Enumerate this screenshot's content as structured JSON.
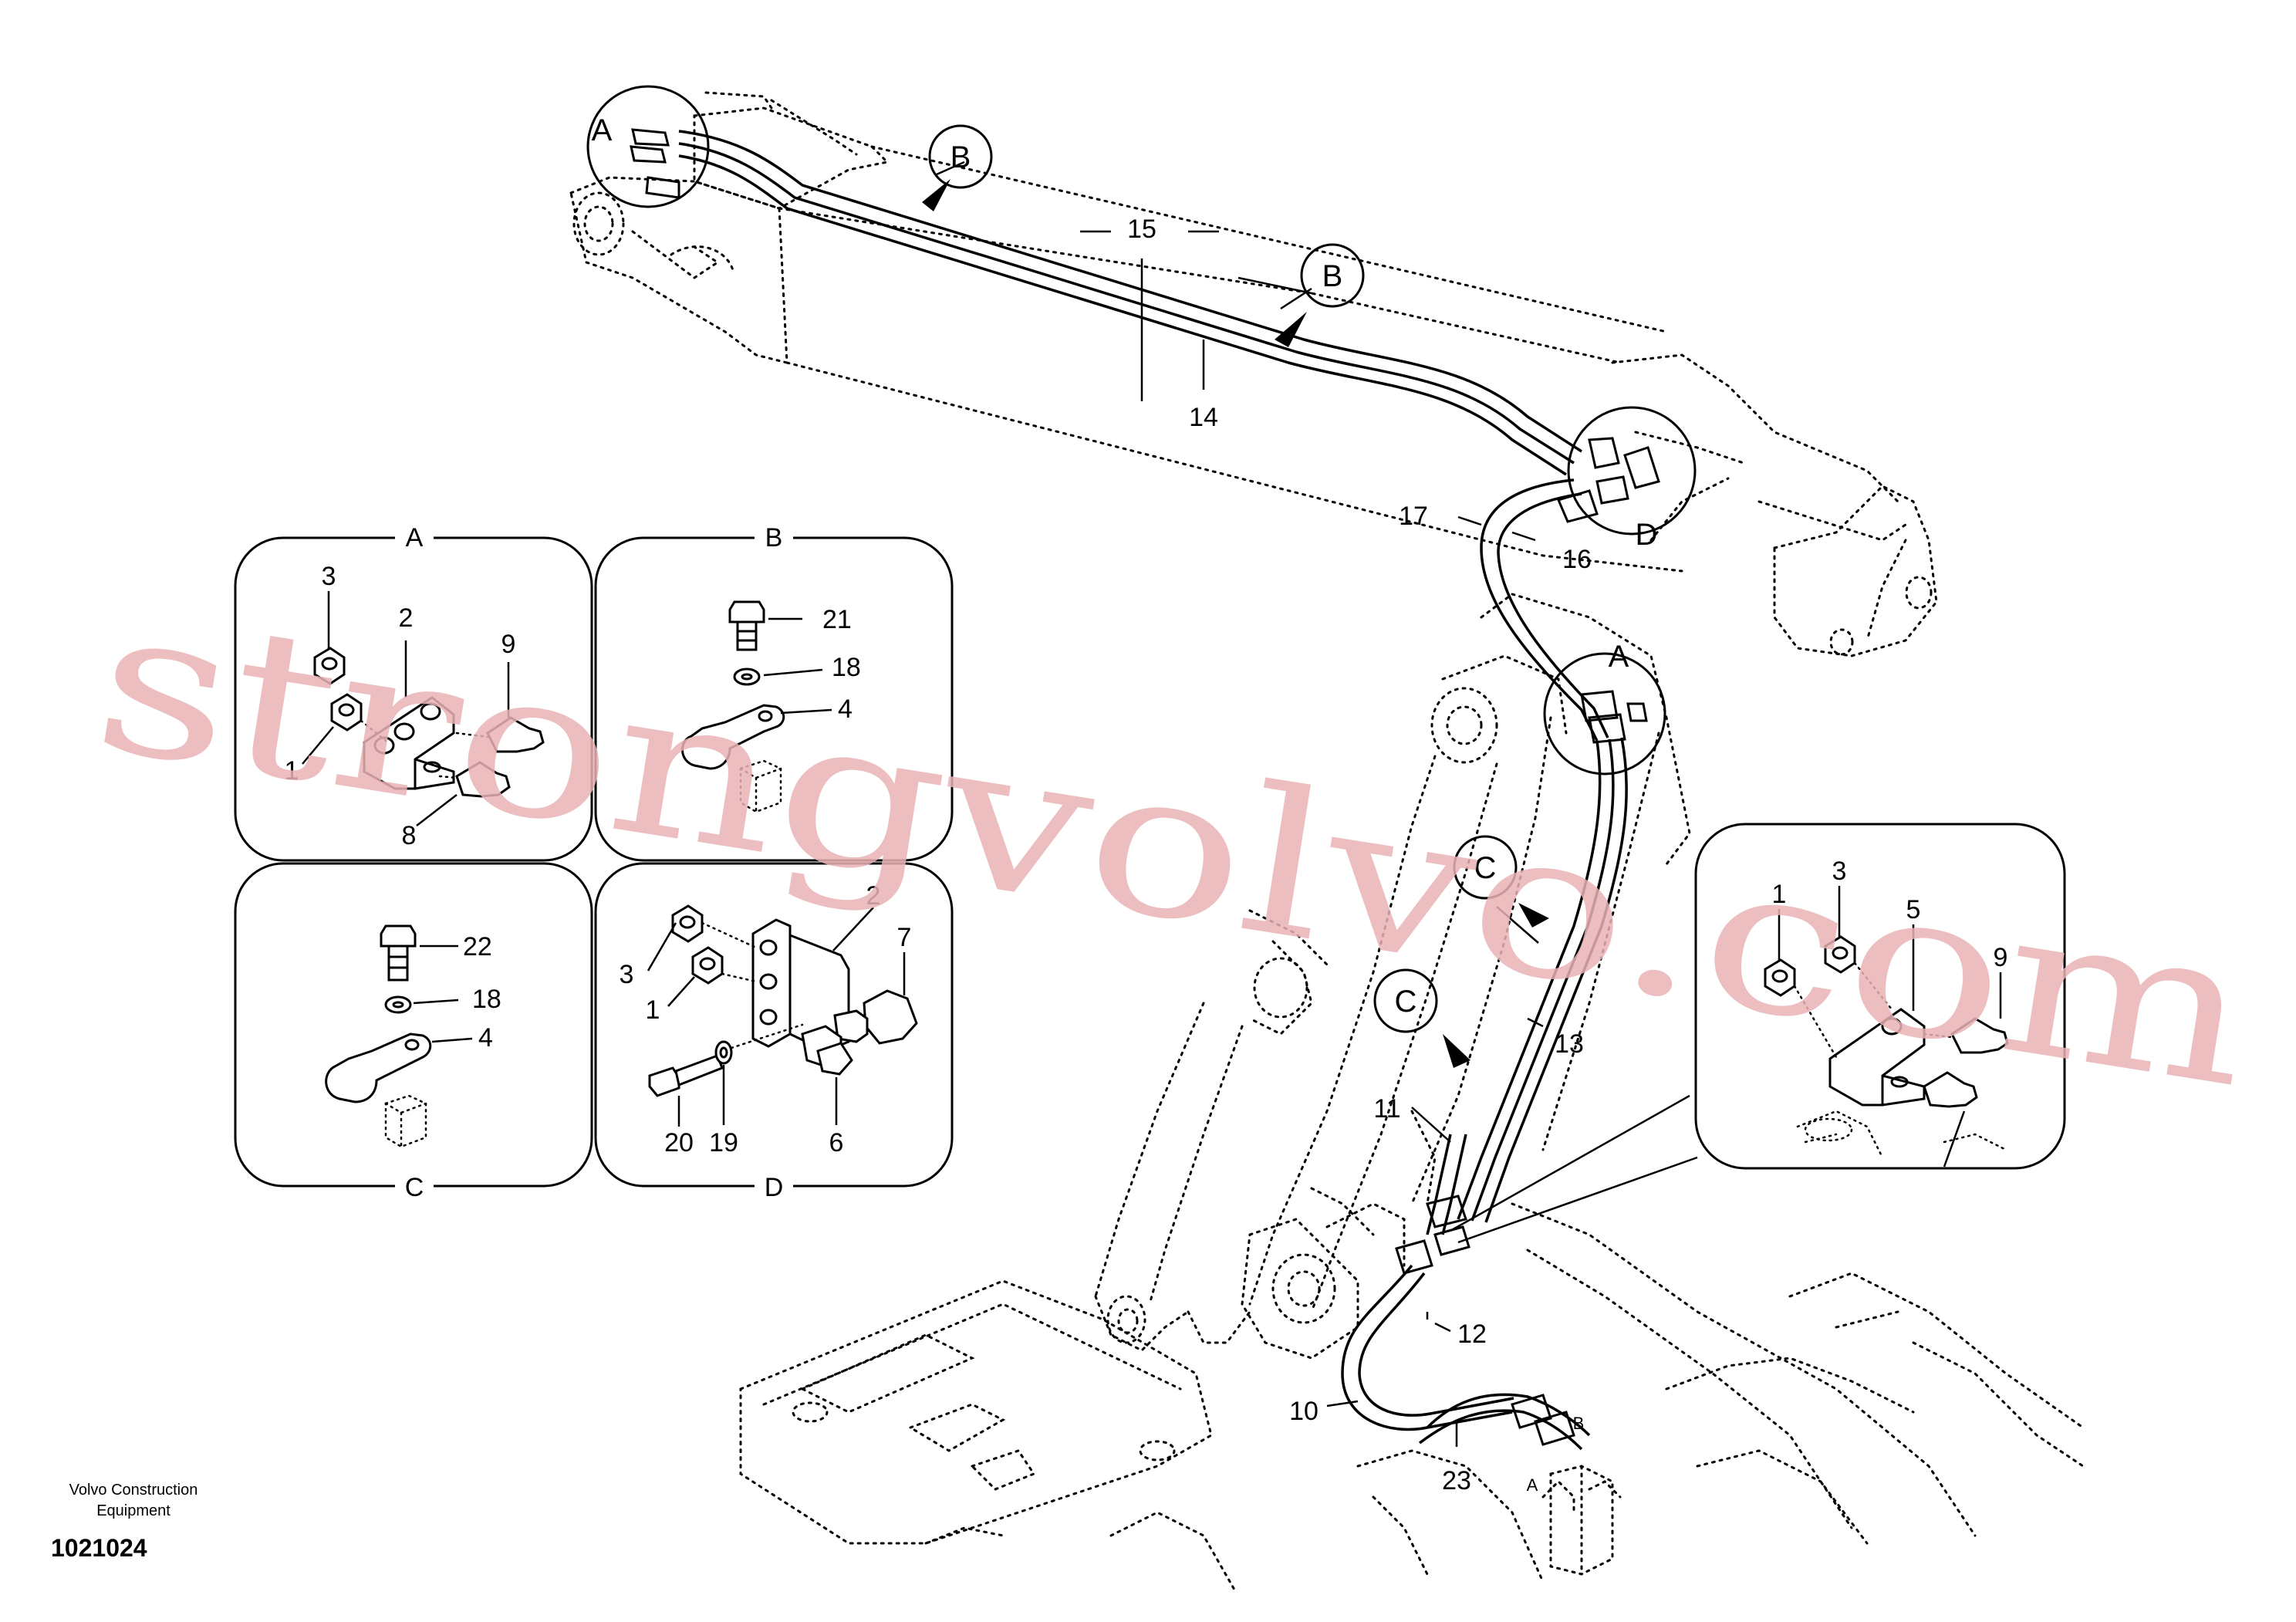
{
  "watermark": "strongvolvo.com",
  "credit": {
    "line1": "Volvo Construction",
    "line2": "Equipment"
  },
  "document_number": "1021024",
  "views": {
    "a": "A",
    "b": "B",
    "c": "C",
    "d": "D"
  },
  "main_callouts": {
    "p15": "15",
    "p14": "14",
    "p17": "17",
    "p16": "16",
    "p13": "13",
    "p11": "11",
    "p12": "12",
    "p10": "10",
    "p23": "23",
    "port_a": "A",
    "port_b": "B"
  },
  "view_refs": {
    "a_top": "A",
    "a_mid": "A",
    "d_right": "D",
    "b1": "B",
    "b2": "B",
    "c1": "C",
    "c2": "C"
  },
  "panel_a": {
    "p3": "3",
    "p2": "2",
    "p9": "9",
    "p1": "1",
    "p8": "8"
  },
  "panel_b": {
    "p21": "21",
    "p18": "18",
    "p4": "4"
  },
  "panel_c": {
    "p22": "22",
    "p18": "18",
    "p4": "4"
  },
  "panel_d": {
    "p2": "2",
    "p3": "3",
    "p7": "7",
    "p1": "1",
    "p20": "20",
    "p19": "19",
    "p6": "6"
  },
  "panel_detail": {
    "p1": "1",
    "p3": "3",
    "p5": "5",
    "p9": "9"
  }
}
